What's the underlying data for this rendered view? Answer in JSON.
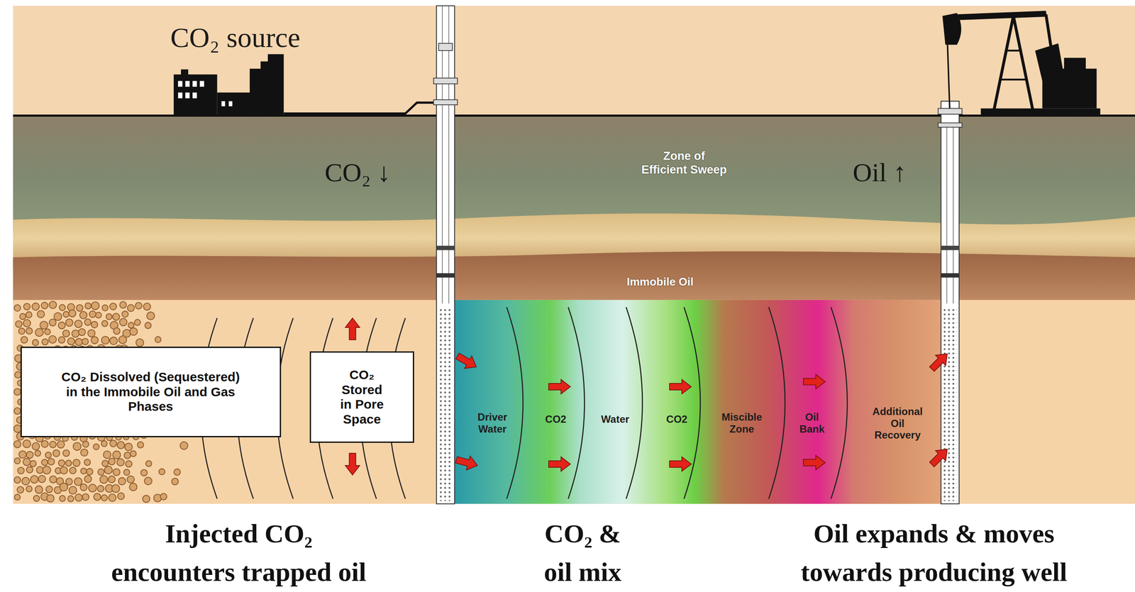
{
  "diagram": {
    "nodes": [
      {
        "text": [
          "CO₂ Dissolved (Sequestered) in the Immobile Oil and Gas Phases"
        ]
      },
      {
        "text": [
          "CO₂ Stored in Pore Space"
        ]
      }
    ],
    "labels": [
      "CO₂ source",
      "CO₂ ↓",
      "Zone of Efficient Sweep",
      "Oil ↑",
      "Immobile Oil",
      "Driver Water",
      "CO2",
      "Water",
      "CO2",
      "Miscible Zone",
      "Oil Bank",
      "Additional Oil Recovery",
      "Injected CO₂ encounters trapped oil",
      "CO₂ & oil mix",
      "Oil expands & moves towards producing well"
    ]
  }
}
